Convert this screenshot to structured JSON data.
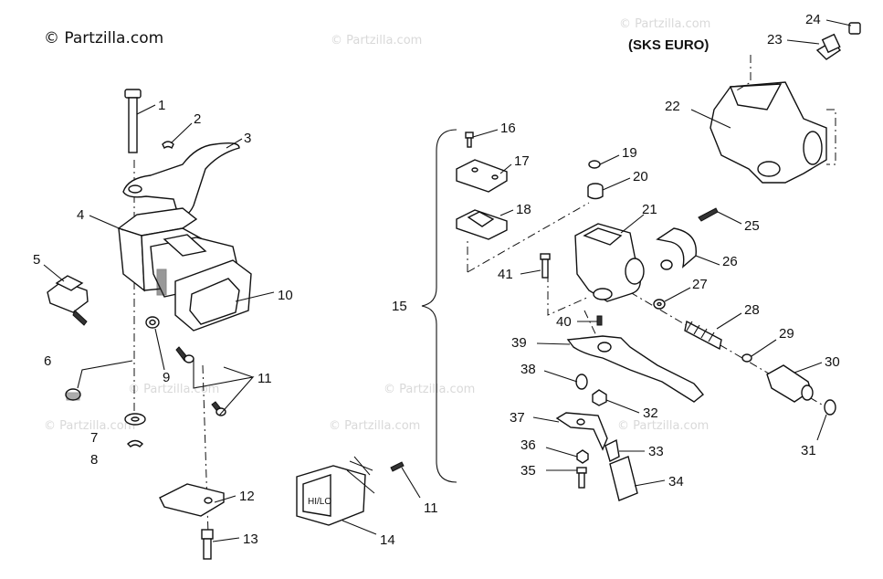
{
  "watermark": {
    "main": "© Partzilla.com",
    "faint": "© Partzilla.com"
  },
  "note": "(SKS EURO)",
  "callouts": {
    "c1": "1",
    "c2": "2",
    "c3": "3",
    "c4": "4",
    "c5": "5",
    "c6": "6",
    "c7": "7",
    "c8": "8",
    "c9": "9",
    "c10": "10",
    "c11a": "11",
    "c11b": "11",
    "c12": "12",
    "c13": "13",
    "c14": "14",
    "c15": "15",
    "c16": "16",
    "c17": "17",
    "c18": "18",
    "c19": "19",
    "c20": "20",
    "c21": "21",
    "c22": "22",
    "c23": "23",
    "c24": "24",
    "c25": "25",
    "c26": "26",
    "c27": "27",
    "c28": "28",
    "c29": "29",
    "c30": "30",
    "c31": "31",
    "c32": "32",
    "c33": "33",
    "c34": "34",
    "c35": "35",
    "c36": "36",
    "c37": "37",
    "c38": "38",
    "c39": "39",
    "c40": "40",
    "c41": "41"
  },
  "switch_label": "HI/LO"
}
